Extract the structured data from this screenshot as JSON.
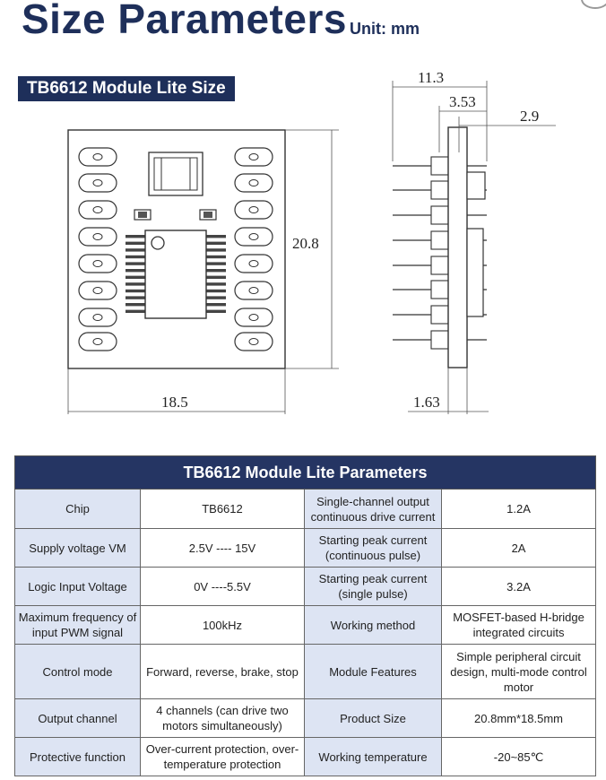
{
  "header": {
    "title": "Size Parameters",
    "unit": "Unit: mm"
  },
  "drawing": {
    "section_label": "TB6612 Module Lite Size",
    "dims": {
      "width": "18.5",
      "height": "20.8",
      "depth_total": "11.3",
      "depth_mid": "3.53",
      "depth_small": "2.9",
      "board_thickness": "1.63"
    }
  },
  "table": {
    "title": "TB6612 Module Lite Parameters",
    "rows": [
      {
        "l1": "Chip",
        "v1": "TB6612",
        "l2": "Single-channel output continuous drive current",
        "v2": "1.2A"
      },
      {
        "l1": "Supply voltage VM",
        "v1": "2.5V ---- 15V",
        "l2": "Starting peak current (continuous pulse)",
        "v2": "2A"
      },
      {
        "l1": "Logic Input Voltage",
        "v1": "0V ----5.5V",
        "l2": "Starting peak current (single pulse)",
        "v2": "3.2A"
      },
      {
        "l1": "Maximum frequency of input PWM signal",
        "v1": "100kHz",
        "l2": "Working method",
        "v2": "MOSFET-based H-bridge integrated circuits"
      },
      {
        "l1": "Control mode",
        "v1": "Forward, reverse, brake, stop",
        "l2": "Module Features",
        "v2": "Simple peripheral circuit design, multi-mode control motor"
      },
      {
        "l1": "Output channel",
        "v1": "4 channels (can drive two motors simultaneously)",
        "l2": "Product Size",
        "v2": "20.8mm*18.5mm"
      },
      {
        "l1": "Protective function",
        "v1": "Over-current protection, over-temperature protection",
        "l2": "Working temperature",
        "v2": "-20~85℃"
      }
    ]
  }
}
